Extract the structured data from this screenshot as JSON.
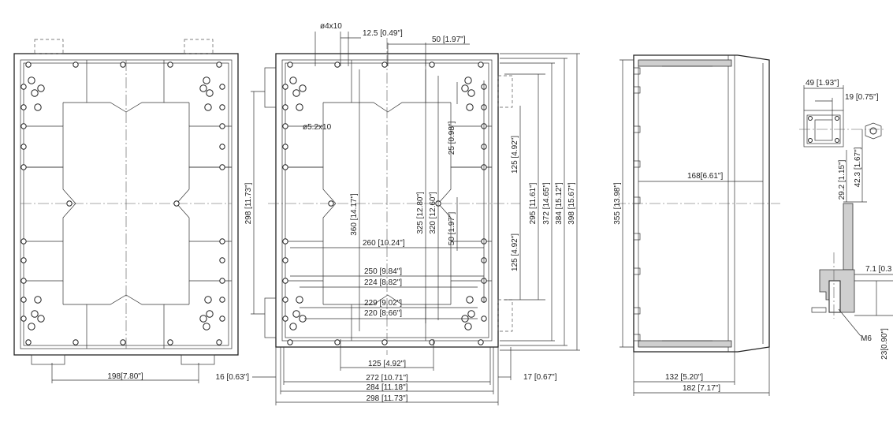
{
  "views": {
    "bottom_left": {
      "width_label": "198[7.80\"]",
      "offset_label": "16 [0.63\"]"
    },
    "front": {
      "hole_a_label": "ø4x10",
      "hole_b_label": "ø5.2x10",
      "top_labels": [
        "12.5 [0.49\"]",
        "50 [1.97\"]"
      ],
      "left_height_label": "298 [11.73\"]",
      "inner_labels": [
        "360 [14.17\"]",
        "260 [10.24\"]",
        "325 [12.80\"]",
        "320 [12.60\"]",
        "250 [9.84\"]",
        "224 [8.82\"]",
        "229 [9.02\"]",
        "220 [8.66\"]",
        "25 [0.98\"]",
        "50 [1.97\"]",
        "125 [4.92\"]",
        "125 [4.92\"]"
      ],
      "right_heights": [
        "295 [11.61\"]",
        "372 [14.65\"]",
        "384 [15.12\"]",
        "398 [15.67\"]"
      ],
      "bottom_labels": [
        "125 [4.92\"]",
        "272 [10.71\"]",
        "284 [11.18\"]",
        "298 [11.73\"]"
      ],
      "side_offset_label": "17 [0.67\"]"
    },
    "side": {
      "height_label": "355 [13.98\"]",
      "depth_inner_label": "168[6.61\"]",
      "depth_a_label": "132 [5.20\"]",
      "depth_b_label": "182 [7.17\"]"
    },
    "hinge_detail": {
      "labels": [
        "49 [1.93\"]",
        "19 [0.75\"]",
        "29.2 [1.15\"]",
        "42.3 [1.67\"]",
        "7.1 [0.3",
        "M6",
        "23[0.90\"]"
      ]
    }
  },
  "colors": {
    "line": "#222222",
    "fill": "#ffffff",
    "hatch": "#cfcfcf"
  }
}
